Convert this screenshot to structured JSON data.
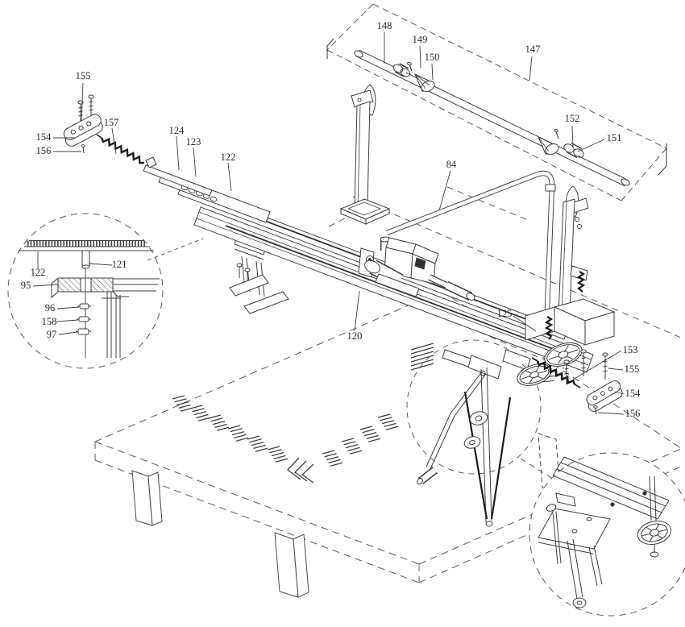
{
  "drawing": {
    "background": "#ffffff",
    "line_color": "#3f3f3f",
    "phantom_color": "#5a5a5a",
    "label_color": "#2a2a2a",
    "spring_color": "#1a1a1a",
    "labels": [
      {
        "text": "148"
      },
      {
        "text": "149"
      },
      {
        "text": "150"
      },
      {
        "text": "147"
      },
      {
        "text": "152"
      },
      {
        "text": "151"
      },
      {
        "text": "84"
      },
      {
        "text": "155"
      },
      {
        "text": "157"
      },
      {
        "text": "154"
      },
      {
        "text": "156"
      },
      {
        "text": "124"
      },
      {
        "text": "123"
      },
      {
        "text": "122"
      },
      {
        "text": "122"
      },
      {
        "text": "121"
      },
      {
        "text": "95"
      },
      {
        "text": "96"
      },
      {
        "text": "158"
      },
      {
        "text": "97"
      },
      {
        "text": "120"
      },
      {
        "text": "125"
      },
      {
        "text": "153"
      },
      {
        "text": "155"
      },
      {
        "text": "154"
      },
      {
        "text": "156"
      }
    ]
  }
}
